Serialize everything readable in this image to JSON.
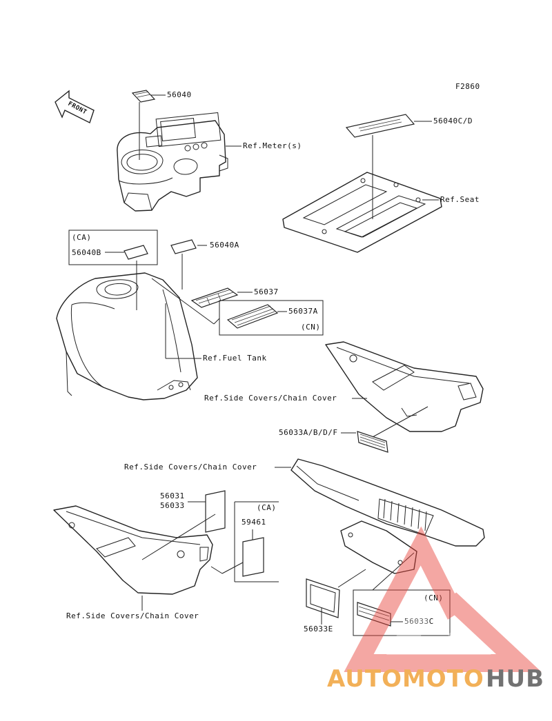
{
  "figure_code": "F2860",
  "front_arrow_label": "FRONT",
  "labels": {
    "p56040": "56040",
    "ref_meter": "Ref.Meter(s)",
    "p56040cd": "56040C/D",
    "ref_seat": "Ref.Seat",
    "ca_box1": "(CA)",
    "p56040b": "56040B",
    "p56040a": "56040A",
    "p56037": "56037",
    "p56037a": "56037A",
    "cn_box1": "(CN)",
    "ref_fuel_tank": "Ref.Fuel Tank",
    "ref_side_covers_1": "Ref.Side Covers/Chain Cover",
    "p56033abdf": "56033A/B/D/F",
    "ref_side_covers_2": "Ref.Side Covers/Chain Cover",
    "p56031": "56031",
    "p56033": "56033",
    "ca_box2": "(CA)",
    "p59461": "59461",
    "ref_side_covers_3": "Ref.Side Covers/Chain Cover",
    "p56033e": "56033E",
    "cn_box2": "(CN)",
    "p56033c": "56033C"
  },
  "watermark": {
    "part1": "AUTOMOTO",
    "part2": "HUB",
    "color_primary": "#f0a33c",
    "color_secondary": "#5a5a5a",
    "color_triangle": "#e8433a"
  }
}
